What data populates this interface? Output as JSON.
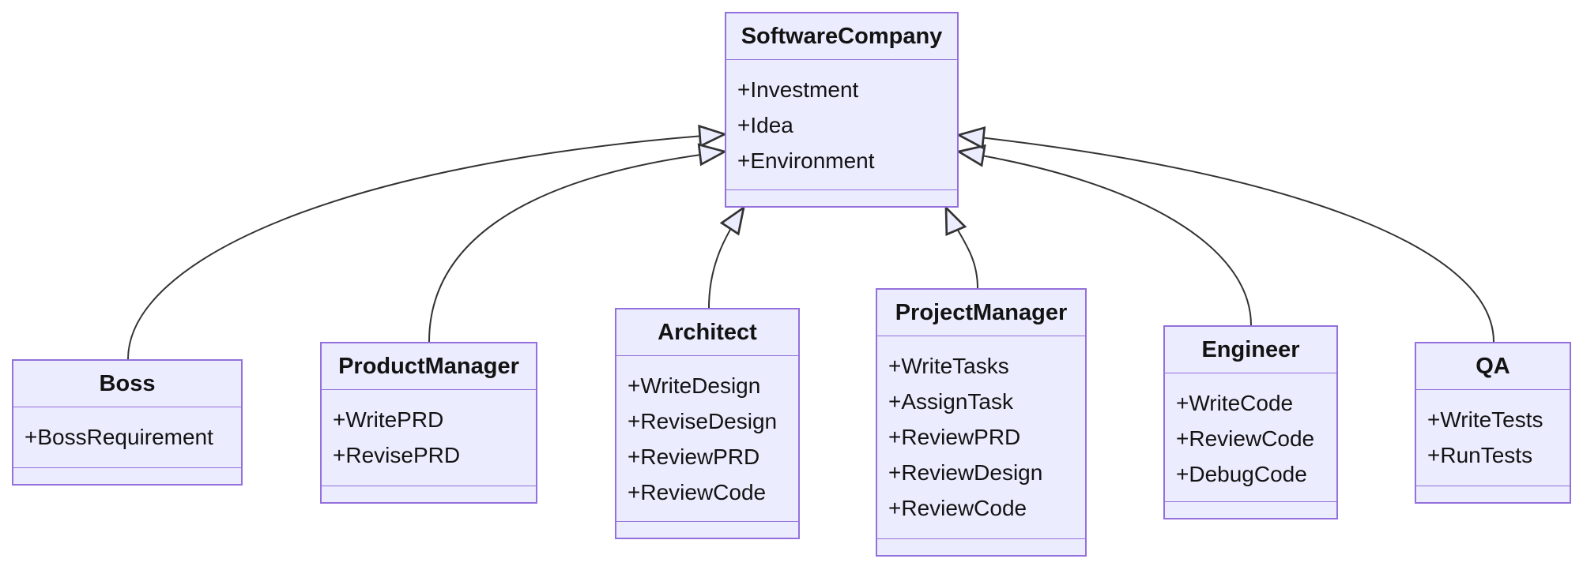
{
  "diagram": {
    "kind": "uml-class-diagram",
    "background_color": "#ffffff",
    "node_fill_color": "#ececff",
    "node_border_color": "#9370db",
    "edge_color": "#333333",
    "text_color": "#131313",
    "classes": [
      {
        "name": "SoftwareCompany",
        "attributes": [
          "+Investment",
          "+Idea",
          "+Environment"
        ],
        "methods": []
      },
      {
        "name": "Boss",
        "attributes": [
          "+BossRequirement"
        ],
        "methods": []
      },
      {
        "name": "ProductManager",
        "attributes": [
          "+WritePRD",
          "+RevisePRD"
        ],
        "methods": []
      },
      {
        "name": "Architect",
        "attributes": [
          "+WriteDesign",
          "+ReviseDesign",
          "+ReviewPRD",
          "+ReviewCode"
        ],
        "methods": []
      },
      {
        "name": "ProjectManager",
        "attributes": [
          "+WriteTasks",
          "+AssignTask",
          "+ReviewPRD",
          "+ReviewDesign",
          "+ReviewCode"
        ],
        "methods": []
      },
      {
        "name": "Engineer",
        "attributes": [
          "+WriteCode",
          "+ReviewCode",
          "+DebugCode"
        ],
        "methods": []
      },
      {
        "name": "QA",
        "attributes": [
          "+WriteTests",
          "+RunTests"
        ],
        "methods": []
      }
    ],
    "relations": [
      {
        "from": "Boss",
        "to": "SoftwareCompany",
        "type": "inheritance"
      },
      {
        "from": "ProductManager",
        "to": "SoftwareCompany",
        "type": "inheritance"
      },
      {
        "from": "Architect",
        "to": "SoftwareCompany",
        "type": "inheritance"
      },
      {
        "from": "ProjectManager",
        "to": "SoftwareCompany",
        "type": "inheritance"
      },
      {
        "from": "Engineer",
        "to": "SoftwareCompany",
        "type": "inheritance"
      },
      {
        "from": "QA",
        "to": "SoftwareCompany",
        "type": "inheritance"
      }
    ]
  }
}
